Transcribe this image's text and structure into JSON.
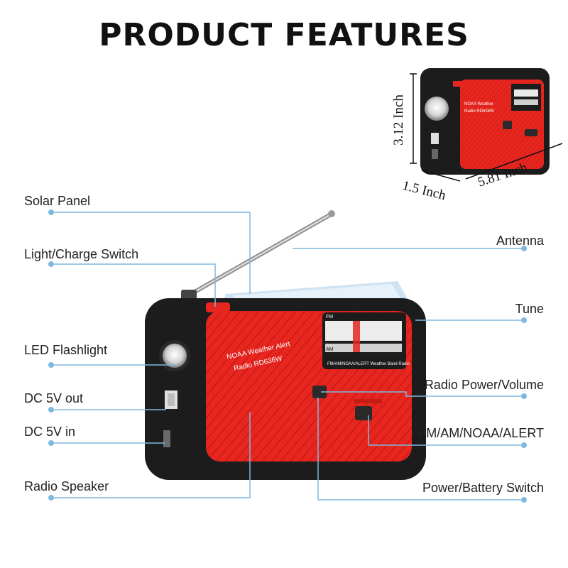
{
  "page": {
    "title": "PRODUCT FEATURES"
  },
  "dimensions": {
    "height": "3.12 Inch",
    "depth": "1.5 Inch",
    "width": "5.81 Inch"
  },
  "callouts_left": {
    "solar_panel": "Solar Panel",
    "light_charge_switch": "Light/Charge Switch",
    "led_flashlight": "LED Flashlight",
    "dc_out": "DC 5V out",
    "dc_in": "DC 5V in",
    "radio_speaker": "Radio Speaker"
  },
  "callouts_right": {
    "antenna": "Antenna",
    "tune": "Tune",
    "radio_power_volume": "Radio Power/Volume",
    "band_selector": "FM/AM/NOAA/ALERT",
    "power_battery_switch": "Power/Battery Switch"
  },
  "device": {
    "brand_line1": "NOAA Weather Alert",
    "brand_line2": "Radio RD636W",
    "dial_caption": "FM/AM/NOAA/ALERT Weather Band Radio",
    "band_fm": "FM",
    "band_am": "AM"
  },
  "colors": {
    "body_red": "#e8261f",
    "frame_black": "#1c1c1c",
    "leader_blue": "#7fb8e0"
  }
}
